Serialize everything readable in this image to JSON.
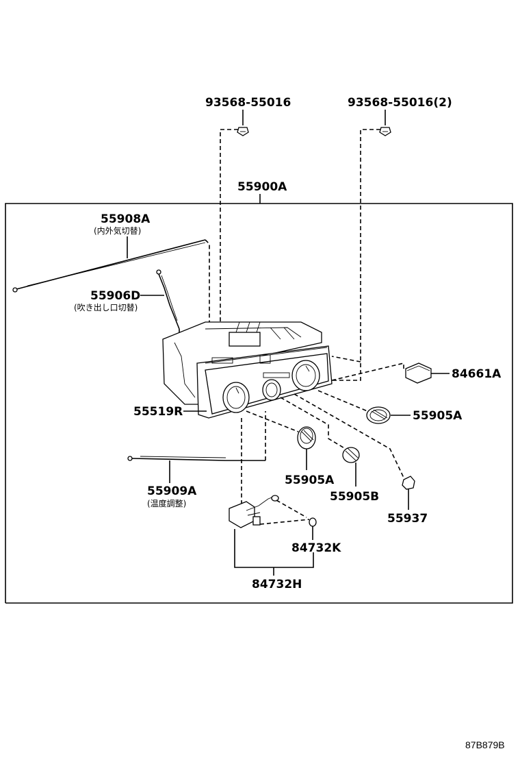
{
  "parts": {
    "bolt_left": "93568-55016",
    "bolt_right": "93568-55016(2)",
    "assembly": "55900A",
    "cable_recirc": "55908A",
    "cable_recirc_note": "(内外気切替)",
    "cable_mode": "55906D",
    "cable_mode_note": "(吹き出し口切替)",
    "control_base": "55519R",
    "cable_temp": "55909A",
    "cable_temp_note": "(温度調整)",
    "switch": "84661A",
    "knob_right": "55905A",
    "knob_left": "55905A",
    "knob_center": "55905B",
    "bulb": "55937",
    "socket": "84732K",
    "harness": "84732H"
  },
  "diagram_ref": "87B879B"
}
